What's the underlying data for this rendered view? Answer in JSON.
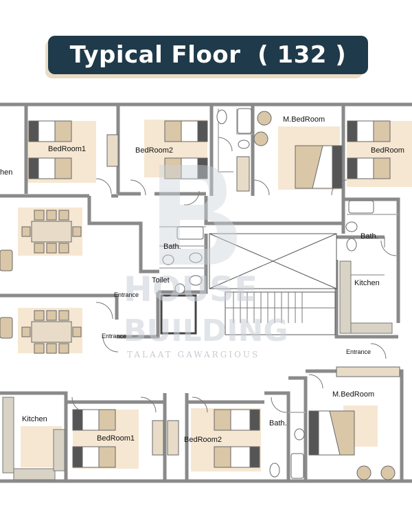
{
  "title": "Typical Floor  ( 132 )",
  "rooms": {
    "bedroom1_top": "BedRoom1",
    "bedroom2_top": "BedRoom2",
    "mbedroom_top": "M.BedRoom",
    "bedroom_top_right": "BedRoom",
    "kitchen_top_left": "hen",
    "bath_center": "Bath.",
    "toilet_center": "Toilet",
    "bath_right": "Bath.",
    "kitchen_right": "Kitchen",
    "entrance_center": "Entrance",
    "entrance_left": "Entrance",
    "entrance_right": "Entrance",
    "kitchen_bottom": "Kitchen",
    "bedroom1_bottom": "BedRoom1",
    "bedroom2_bottom": "BedRoom2",
    "bath_bottom": "Bath.",
    "mbedroom_bottom": "M.BedRoom"
  },
  "watermark": {
    "line1": "HOUSE",
    "line2": "BUILDING",
    "sub": "TALAAT GAWARGIOUS"
  },
  "colors": {
    "title_bg": "#1f3a4a",
    "title_shadow": "#e9dcc5",
    "wall": "#8a8a8a",
    "floor_tint": "#f6e7d2",
    "furniture": "#d9c7a8"
  }
}
